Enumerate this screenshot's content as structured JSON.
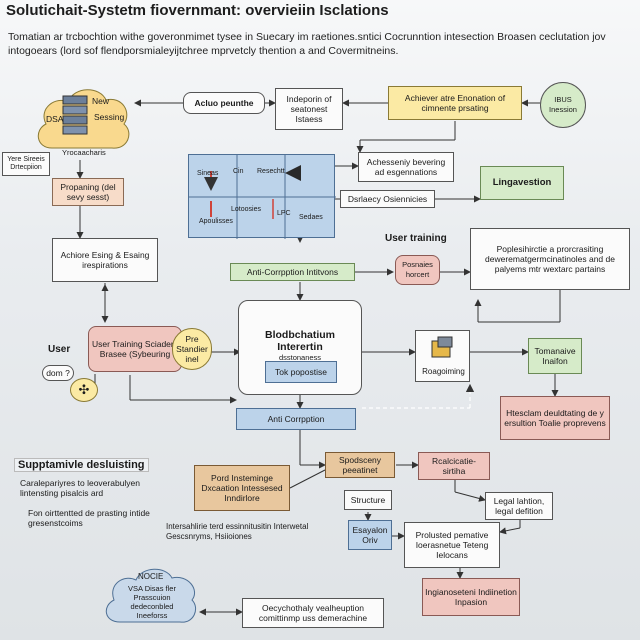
{
  "header": {
    "title": "Solutichait-Systetm fiovernmant: overvieiin Isclations",
    "subtitle": "Tomatian ar trcbochtion withe goveronmimet tysee in  Suecary im raetiones.sntici Cocrunntion intesection Broasen ceclutation  jov intogoears (lord sof flendporsmialeyijtchree mprvetcly thention a and Covermitneins."
  },
  "nodes": {
    "dsa_cloud": {
      "left": "DSA",
      "new": "New",
      "sessing": "Sessing",
      "bottom": "Yrocaacharis"
    },
    "yere_sireeis": "Yere Sireeis Drtecpiion",
    "propaning": "Propaning (del sevy sesst)",
    "aclue_peunthe": "Acluo peunthe",
    "indeporin": "Indeporin of seatonest Istaess",
    "achiever": "Achiever atre Enonation of cimnente prsating",
    "ibus": "IBUS Inession",
    "panel": {
      "sineas": "Sineas",
      "cin": "Cin",
      "resechtt": "Resechtt",
      "apoulisses": "Apoulisses",
      "lotoosies": "Lotoosies",
      "lpc": "LPC",
      "sedas": "Sedaes"
    },
    "achesseniy": "Achesseniy bevering ad esgennations",
    "dsrlaey": "Dsrlaecy Osiennicies",
    "lingavestion": "Lingavestion",
    "achiore": "Achiore Esing & Esaing irespirations",
    "user_training_label": "User training",
    "anti_corruption_1": "Anti-Corrpption Intitvons",
    "posinies": "Posnaies horcert",
    "popleshirctie": "Poplesihirctie a prorcrasiting dewerematgermcinatinoles and de palyems mtr wextarc partains",
    "user_training_box": "User Training Sciaders Brasee (Sybeuring",
    "pre_standier": "Pre Standier inel",
    "user_label": "User",
    "dom_label": "dom ?",
    "blockchain": "Blodbchatium Interertin",
    "blockchain_sub": "dsstonaness",
    "tok_popostise": "Tok popostise",
    "roagoiming": "Roagoiming",
    "tomanative": "Tomanaive Inaifon",
    "htestlam": "Htesclam deuldtating de y ersultion Toalie proprevens",
    "anti_corruption_2": "Anti Corrpption",
    "supptamivle": "Supptamivle desluisting",
    "caralepariyres": "Caralepariyres to leoverabulyen lintensting pisalcis ard",
    "fon_oirtten": "Fon oirttentted de prasting intide gresenstcoims",
    "pord_insteming": "Pord Insteminge Dxcaation Intessesed Inndirlore",
    "spodseceny": "Spodsceny peeatinet",
    "rcalciae": "Rcalcicatie- sirtiha",
    "structure": "Structure",
    "intersahlirie": "Intersahlirie terd essinnitusitin Interwetal Gescsnryms, Hsiioiones",
    "legal_lehtion": "Legal lahtion, legal defition",
    "esayalon": "Esayalon Oriv",
    "prolusted": "Prolusted pemative Ioerasnetue Teteng Ielocans",
    "ingianosetti": "Ingianoseteni Indiinetion Inpasion",
    "nocie_cloud": {
      "top": "NOCIE",
      "body": "VSA Disas fler Prasscuion dedeconbled Ineeforss"
    },
    "oecychothaly": "Oecychothaly vealheuption comittinmp uss demerachine"
  }
}
